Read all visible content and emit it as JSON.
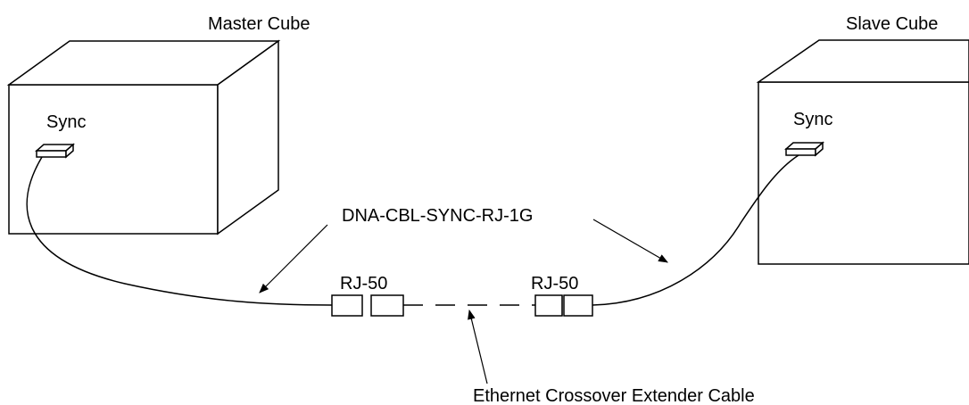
{
  "diagram": {
    "master_cube": {
      "title": "Master Cube",
      "sync_label": "Sync"
    },
    "slave_cube": {
      "title": "Slave Cube",
      "sync_label": "Sync"
    },
    "cable_label": "DNA-CBL-SYNC-RJ-1G",
    "connector_left_label": "RJ-50",
    "connector_right_label": "RJ-50",
    "extender_label": "Ethernet Crossover Extender Cable"
  },
  "colors": {
    "line": "#000000",
    "background": "#ffffff"
  }
}
